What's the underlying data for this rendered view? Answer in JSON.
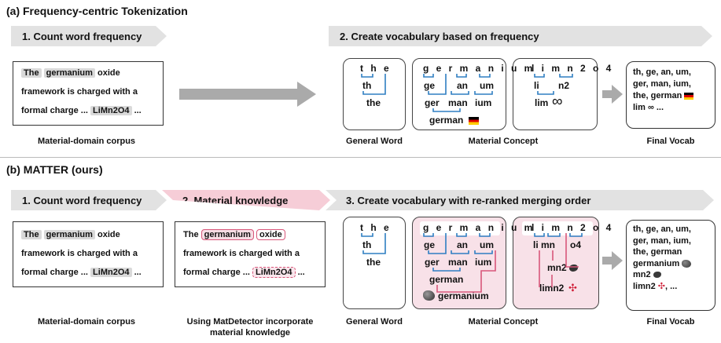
{
  "section_a": {
    "title": "(a) Frequency-centric Tokenization",
    "step1": "1. Count word frequency",
    "step2": "2. Create vocabulary based on frequency",
    "doc_line1_a": "The",
    "doc_line1_b": "germanium",
    "doc_line1_c": "oxide",
    "doc_line2": "framework is charged with a",
    "doc_line3_a": "formal  charge ...",
    "doc_line3_b": "LiMn2O4",
    "doc_line3_c": "...",
    "corpus_caption": "Material-domain corpus",
    "general_caption": "General Word",
    "concept_caption": "Material Concept",
    "final_caption": "Final Vocab",
    "tokens": {
      "the_spaced": "t h e",
      "th": "th",
      "the": "the",
      "germanium_spaced": "g e r m a n i u m",
      "ge": "ge",
      "an": "an",
      "um": "um",
      "ger": "ger",
      "man": "man",
      "ium": "ium",
      "german": "german",
      "limn2o4_spaced": "l i m n 2 o 4",
      "li": "li",
      "n2": "n2",
      "lim": "lim",
      "infinity": "∞"
    },
    "final_vocab": [
      "th, ge, an, um,",
      "ger, man, ium,",
      "the, german",
      "lim ∞ ..."
    ]
  },
  "section_b": {
    "title": "(b) MATTER (ours)",
    "step1": "1. Count word frequency",
    "step2": "2. Material knowledge",
    "step3": "3. Create vocabulary with re-ranked merging order",
    "doc_line1_a": "The",
    "doc_line1_b": "germanium",
    "doc_line1_c": "oxide",
    "doc_line2": "framework is charged with a",
    "doc_line3_a": "formal  charge ...",
    "doc_line3_b": "LiMn2O4",
    "doc_line3_c": "...",
    "corpus_caption": "Material-domain corpus",
    "matdetector_caption_1": "Using MatDetector incorporate",
    "matdetector_caption_2": "material knowledge",
    "general_caption": "General Word",
    "concept_caption": "Material Concept",
    "final_caption": "Final Vocab",
    "tokens": {
      "the_spaced": "t h e",
      "th": "th",
      "the": "the",
      "germanium_spaced": "g e r m a n i u m",
      "ge": "ge",
      "an": "an",
      "um": "um",
      "ger": "ger",
      "man": "man",
      "ium": "ium",
      "german": "german",
      "germanium": "germanium",
      "limn2o4_spaced": "l i m n 2 o 4",
      "limn": "li mn",
      "o4": "o4",
      "mn2": "mn2",
      "limn2": "limn2"
    },
    "final_vocab": [
      "th, ge, an, um,",
      "ger, man, ium,",
      "the, german",
      "germanium",
      "mn2",
      "limn2",
      ", ..."
    ]
  },
  "colors": {
    "bracket_blue": "#2f7ec2",
    "bracket_pink": "#d8577a",
    "arrow_gray": "#aaaaaa",
    "chevron_gray": "#e2e2e2",
    "chevron_pink": "#f6cdd7"
  },
  "icons": [
    "german-flag-icon",
    "infinity-icon",
    "mineral-rock-icon",
    "mn-lump-icon",
    "red-molecule-icon"
  ]
}
